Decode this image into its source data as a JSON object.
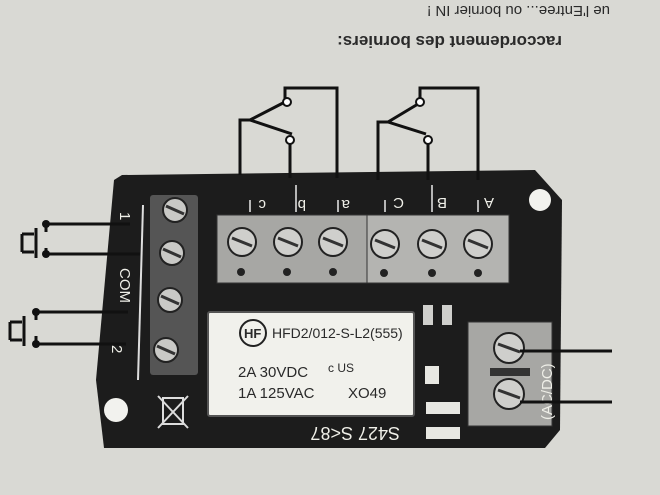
{
  "heading": "raccordement des borniers:",
  "top_fragment": "ue l'Entree...  ou bornier IN !",
  "labels": {
    "left_terms": [
      "1",
      "COM",
      "2"
    ],
    "top_terms": [
      "c",
      "b",
      "a",
      "C",
      "B",
      "A"
    ],
    "power": "(AC/DC)",
    "pcb_code": "S427 S<87"
  },
  "relay": {
    "logo": "HF",
    "model": "HFD2/012-S-L2(555)",
    "rating1": "2A 30VDC",
    "rating2": "1A 125VAC",
    "code": "XO49",
    "cert": "c US"
  },
  "colors": {
    "paper": "#d9d9d4",
    "board": "#1c1c1c",
    "terminal": "#a7a7a4",
    "relay": "#f1f1ec",
    "ink": "#101010"
  }
}
